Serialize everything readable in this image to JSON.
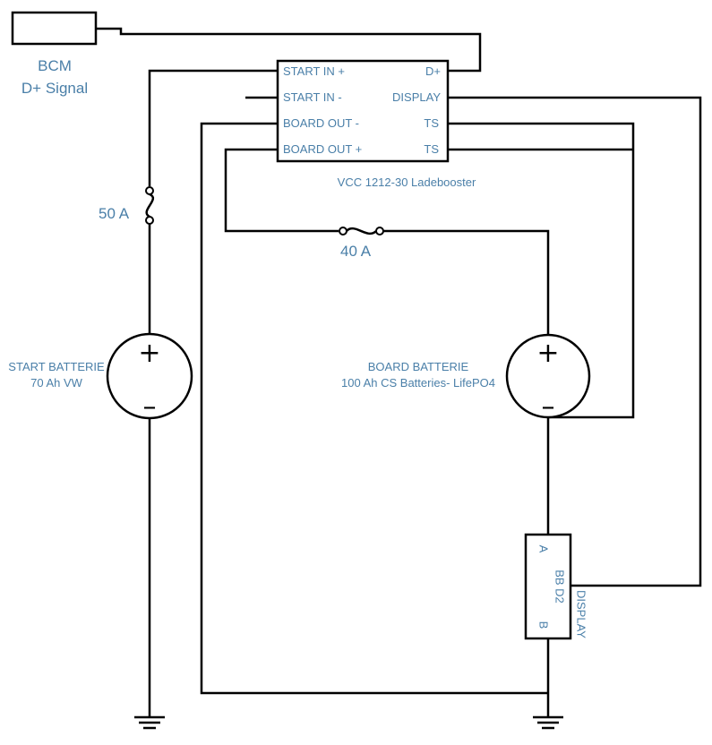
{
  "bcm": {
    "line1": "BCM",
    "line2": "D+ Signal"
  },
  "booster": {
    "title": "VCC 1212-30 Ladebooster",
    "pins_left": [
      "START IN +",
      "START IN -",
      "BOARD OUT -",
      "BOARD OUT +"
    ],
    "pins_right": [
      "D+",
      "DISPLAY",
      "TS",
      "TS"
    ]
  },
  "fuses": {
    "start": "50 A",
    "board": "40 A"
  },
  "start_battery": {
    "line1": "START BATTERIE",
    "line2": "70 Ah VW",
    "plus": "+",
    "minus": "–"
  },
  "board_battery": {
    "line1": "BOARD BATTERIE",
    "line2": "100 Ah CS Batteries- LifePO4",
    "plus": "+",
    "minus": "–"
  },
  "bb": {
    "name": "BB D2",
    "pin_a": "A",
    "pin_b": "B",
    "display": "DISPLAY"
  }
}
